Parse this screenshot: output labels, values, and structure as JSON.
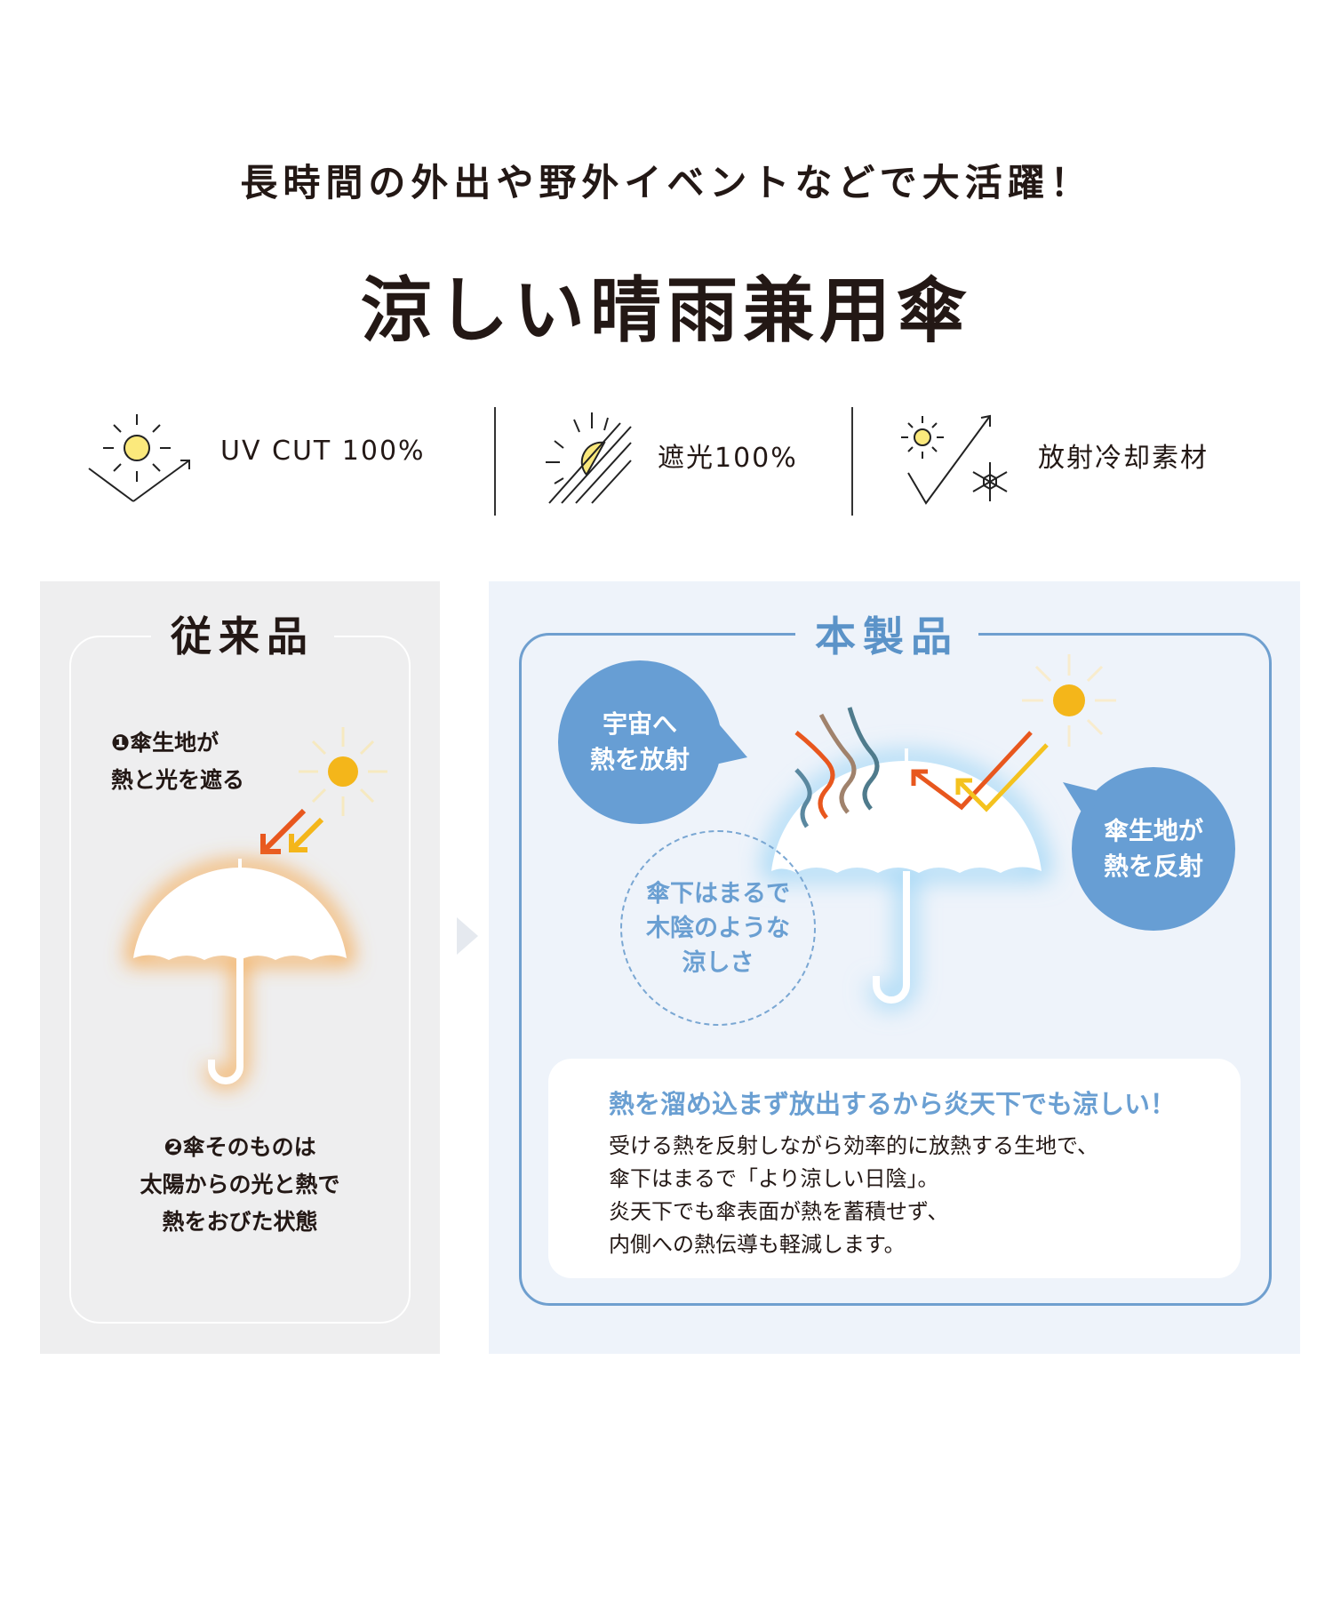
{
  "header": {
    "subtitle": "長時間の外出や野外イベントなどで大活躍！",
    "title": "涼しい晴雨兼用傘"
  },
  "features": [
    {
      "icon": "sun-reflect-icon",
      "label": "UV CUT 100%"
    },
    {
      "icon": "sun-shade-icon",
      "label": "遮光100%"
    },
    {
      "icon": "radiative-cooling-icon",
      "label": "放射冷却素材"
    }
  ],
  "conventional": {
    "heading": "従来品",
    "note1": [
      "❶傘生地が",
      "熱と光を遮る"
    ],
    "note2": [
      "❷傘そのものは",
      "太陽からの光と熱で",
      "熱をおびた状態"
    ]
  },
  "product": {
    "heading": "本製品",
    "bubble_space": [
      "宇宙へ",
      "熱を放射"
    ],
    "bubble_reflect": [
      "傘生地が",
      "熱を反射"
    ],
    "bubble_shade": [
      "傘下はまるで",
      "木陰のような",
      "涼しさ"
    ],
    "box_heading": "熱を溜め込まず放出するから炎天下でも涼しい！",
    "box_lines": [
      "受ける熱を反射しながら効率的に放熱する生地で、",
      "傘下はまるで「より涼しい日陰」。",
      "炎天下でも傘表面が熱を蓄積せず、",
      "内側への熱伝導も軽減します。"
    ]
  },
  "colors": {
    "sun": "#f4b61a",
    "orange": "#e8571e",
    "blue": "#679ed4",
    "heading_blue": "#5b93c8"
  }
}
